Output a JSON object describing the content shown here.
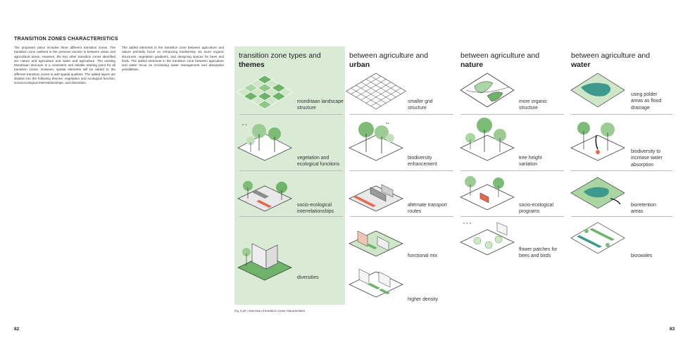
{
  "heading": "TRANSITION ZONES CHARACTERISTICS",
  "intro_col1": "The proposed vision includes three different transition zones. The transition zone outlined in the previous section is between urban and agricultural areas. However, the two other transition zones identified are nature and agriculture and water and agriculture. The existing Mondriaan structure is a consistent and reliable starting point for all transition zones. However, spatial elements will be added to the different transition zones to add spatial qualities. The added layers are divided into the following themes: vegetation and ecological function, social-ecological interrelationships, and diversities.",
  "intro_col2": "The added elements in the transition zone between agriculture and nature primarily focus on enhancing biodiversity via more organic structures, vegetation gradients, and designing spaces for bees and birds. The added elements in the transition zone between agriculture and water focus on increasing water management and absorption possibilities.",
  "page_left": "82",
  "page_right": "83",
  "columns": [
    {
      "line1": "transition zone types and",
      "line2": "themes"
    },
    {
      "line1": "between agriculture and",
      "line2": "urban"
    },
    {
      "line1": "between agriculture and",
      "line2": "nature"
    },
    {
      "line1": "between agriculture and",
      "line2": "water"
    }
  ],
  "labels": {
    "themes": [
      "mondriaan landscape structure",
      "vegetation and ecological functions",
      "socio-ecological interrelationships",
      "diversities"
    ],
    "urban": [
      "smaller grid structure",
      "biodiversity enhancement",
      "alternate transport routes",
      "functional mix",
      "higher density"
    ],
    "nature": [
      "more organic structure",
      "tree height variation",
      "socio-ecological programs",
      "flower patches for bees and birds"
    ],
    "water": [
      "using polder areas as flood drainage",
      "biodiversity to increase water absorption",
      "bioretention areas",
      "bioswales"
    ]
  },
  "caption": "Fig. 5.20 | Overview of transition zones characteristics",
  "colors": {
    "theme_bg": "#d9ebd4",
    "green": "#6fb36a",
    "light_green": "#cfe6c9",
    "teal": "#3f9a8e",
    "red": "#e36a4e"
  }
}
